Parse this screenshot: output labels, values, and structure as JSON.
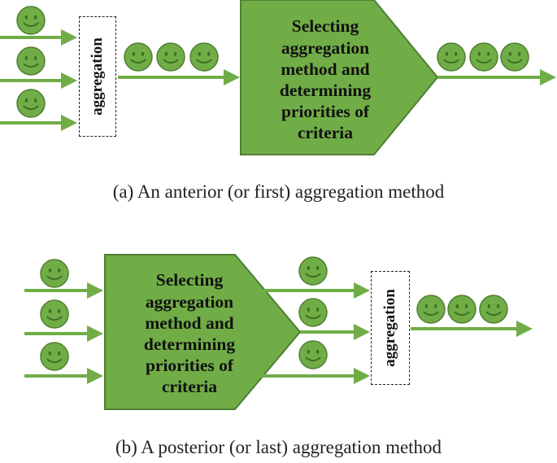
{
  "colors": {
    "green_fill": "#70ad47",
    "green_stroke": "#507e32",
    "face_fill": "#70ad47",
    "face_features": "#3f6e22",
    "arrow": "#70ad47"
  },
  "diagram_a": {
    "aggregation_label": "aggregation",
    "process_text": "Selecting\naggregation\nmethod and\ndetermining\npriorities of\ncriteria",
    "caption": "(a)  An anterior (or first) aggregation method"
  },
  "diagram_b": {
    "aggregation_label": "aggregation",
    "process_text": "Selecting\naggregation\nmethod and\ndetermining\npriorities of\ncriteria",
    "caption": "(b)  A posterior (or last) aggregation method"
  },
  "icons": {
    "face": "smiley-face-icon"
  }
}
